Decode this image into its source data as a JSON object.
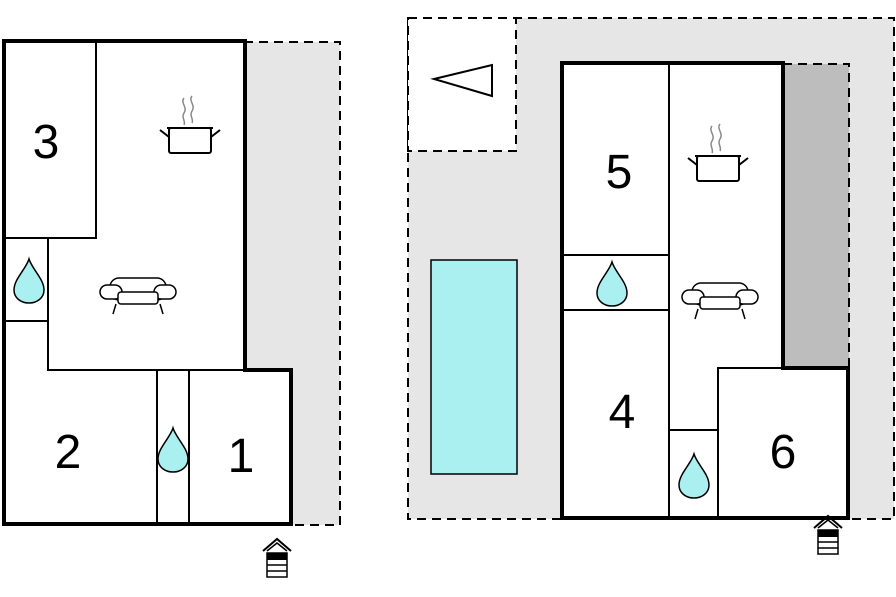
{
  "plans": [
    {
      "name": "left-floor-plan",
      "rooms": [
        {
          "id": "room-3",
          "label": "3"
        },
        {
          "id": "room-2",
          "label": "2"
        },
        {
          "id": "room-1",
          "label": "1"
        }
      ],
      "icons": [
        "kitchen-pot-icon",
        "sofa-icon",
        "bathroom-drop-icon",
        "bathroom-drop-icon",
        "entrance-arrow-icon"
      ]
    },
    {
      "name": "right-floor-plan",
      "rooms": [
        {
          "id": "room-5",
          "label": "5"
        },
        {
          "id": "room-4",
          "label": "4"
        },
        {
          "id": "room-6",
          "label": "6"
        }
      ],
      "icons": [
        "kitchen-pot-icon",
        "sofa-icon",
        "bathroom-drop-icon",
        "bathroom-drop-icon",
        "pool",
        "north-direction-arrow-icon",
        "entrance-arrow-icon"
      ]
    }
  ],
  "colors": {
    "terrace": "#e6e6e6",
    "covered_terrace": "#bdbdbd",
    "water": "#aaf0f0",
    "wall": "#000000"
  }
}
